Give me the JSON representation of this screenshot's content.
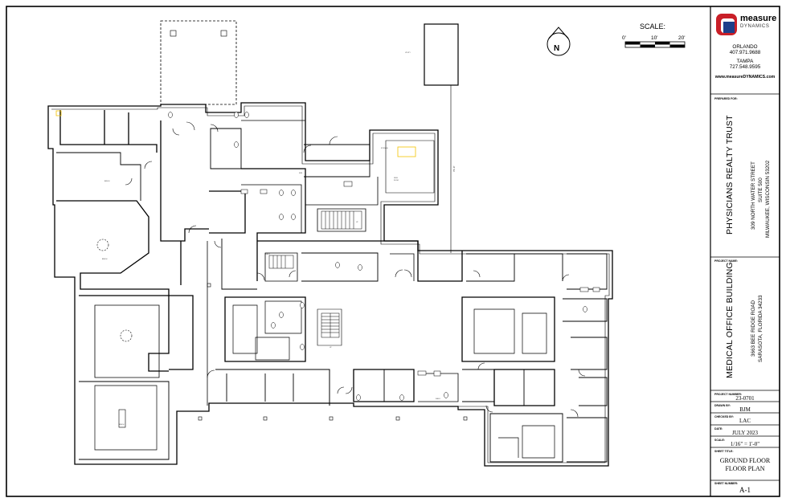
{
  "company": {
    "name": "measure",
    "subname": "DYNAMICS",
    "city1": "ORLANDO",
    "phone1": "407.971.9688",
    "city2": "TAMPA",
    "phone2": "727.548.9595",
    "website": "www.measureDYNAMICS.com"
  },
  "labels": {
    "prepared_for": "PREPARED FOR:",
    "project_name": "PROJECT NAME:",
    "project_number": "PROJECT NUMBER:",
    "drawn_by": "DRAWN BY:",
    "checked_by": "CHECKED BY:",
    "date": "DATE:",
    "scale": "SCALE:",
    "sheet_title": "SHEET TITLE:",
    "sheet_number": "SHEET NUMBER:"
  },
  "client": {
    "name": "PHYSICIANS REALTY TRUST",
    "address1": "309 NORTH WATER STREET",
    "address2": "SUITE 500",
    "address3": "MILWAUKEE, WISCONSIN 53202"
  },
  "project": {
    "name": "MEDICAL OFFICE BUILDING",
    "address1": "3663 BEE RIDGE ROAD",
    "address2": "SARASOTA, FLORIDA 34233",
    "number": "23-0701",
    "drawn_by": "BJM",
    "checked_by": "LAC",
    "date": "JULY 2023",
    "scale": "1/16\" = 1'-0\"",
    "sheet_title_1": "GROUND FLOOR",
    "sheet_title_2": "FLOOR PLAN",
    "sheet_number": "A-1"
  },
  "scale_bar": {
    "title": "SCALE:",
    "ticks": [
      "0'",
      "10'",
      "20'"
    ]
  },
  "north_arrow": {
    "letter": "N"
  },
  "plan_text": {
    "room_labels": [
      "BENCH",
      "BENCH",
      "BENCH",
      "DESK",
      "ROOM",
      "UP",
      "UP",
      "UTILITY",
      "SINK",
      "STORAGE",
      "SHELF",
      "SHELF"
    ],
    "dimension": "71'-4\""
  },
  "colors": {
    "line": "#000000",
    "accent_red": "#d72a2a",
    "highlight": "#f2c300"
  }
}
